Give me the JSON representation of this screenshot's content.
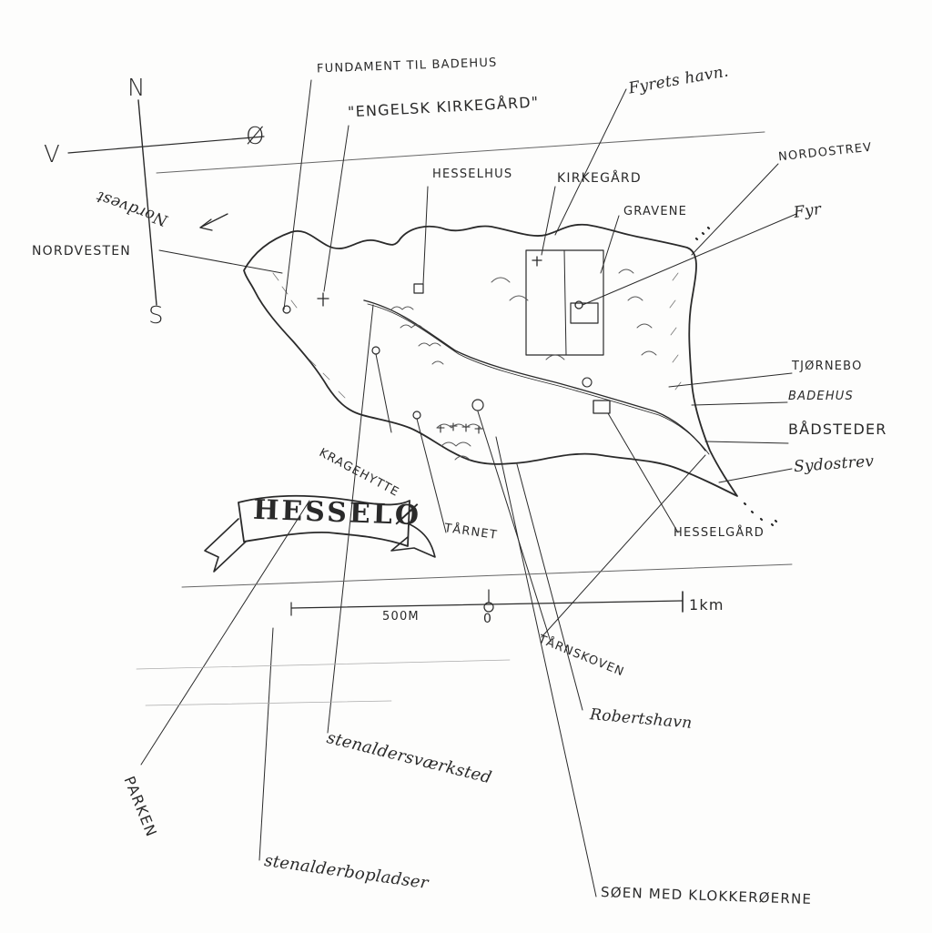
{
  "map": {
    "title": "HESSELØ",
    "compass": {
      "north": "N",
      "south": "S",
      "west": "V",
      "east": "Ø",
      "prevailing_wind": "Nordvest"
    },
    "scale": {
      "mid_label": "500M",
      "zero_label": "0",
      "end_label": "1km"
    },
    "labels": {
      "fundament": "FUNDAMENT TIL BADEHUS",
      "engelsk": "\"ENGELSK KIRKEGÅRD\"",
      "fyrets_havn": "Fyrets havn.",
      "nordostrev": "NORDOSTREV",
      "hesselhus": "HESSELHUS",
      "kirkegard": "KIRKEGÅRD",
      "gravene": "GRAVENE",
      "fyr": "Fyr",
      "nordvesten": "NORDVESTEN",
      "tjornebo": "TJØRNEBO",
      "badehus": "BADEHUS",
      "badsteder": "BÅDSTEDER",
      "sydostrev": "Sydostrev",
      "kragehytte": "KRAGEHYTTE",
      "taarnet": "TÅRNET",
      "hesselgard": "HESSELGÅRD",
      "taarnskoven": "TÅRNSKOVEN",
      "robertshavn": "Robertshavn",
      "stenalder_vaerksted": "stenaldersværksted",
      "parken": "PARKEN",
      "stenalder_bopladser": "stenalderbopladser",
      "soen": "SØEN MED KLOKKERØERNE"
    },
    "ink_color": "#2a2a2a",
    "paper_color": "#fdfdfc"
  }
}
